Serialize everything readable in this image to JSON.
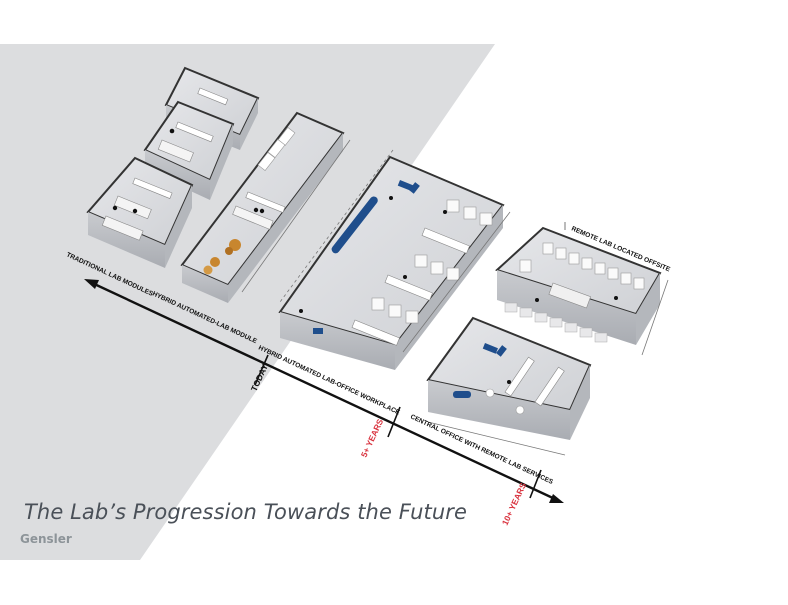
{
  "slide": {
    "title": "The Lab’s Progression Towards the Future",
    "brand": "Gensler"
  },
  "timeline": {
    "markers": [
      {
        "label": "TODAY",
        "color": "#111111"
      },
      {
        "label": "5+ YEARS",
        "color": "#d9333f"
      },
      {
        "label": "10+ YEARS",
        "color": "#d9333f"
      }
    ]
  },
  "stages": [
    {
      "label": "TRADITIONAL LAB MODULES"
    },
    {
      "label": "HYBRID AUTOMATED-LAB MODULE"
    },
    {
      "label": "HYBRID AUTOMATED LAB-OFFICE WORKPLACE"
    },
    {
      "label": "CENTRAL OFFICE WITH REMOTE LAB SERVICES"
    },
    {
      "label": "REMOTE LAB LOCATED OFFSITE"
    }
  ],
  "colors": {
    "background_band": "#dcdddf",
    "accent_blue": "#1f4e8c",
    "robot_orange": "#c8862e",
    "timeline_red": "#d9333f"
  }
}
